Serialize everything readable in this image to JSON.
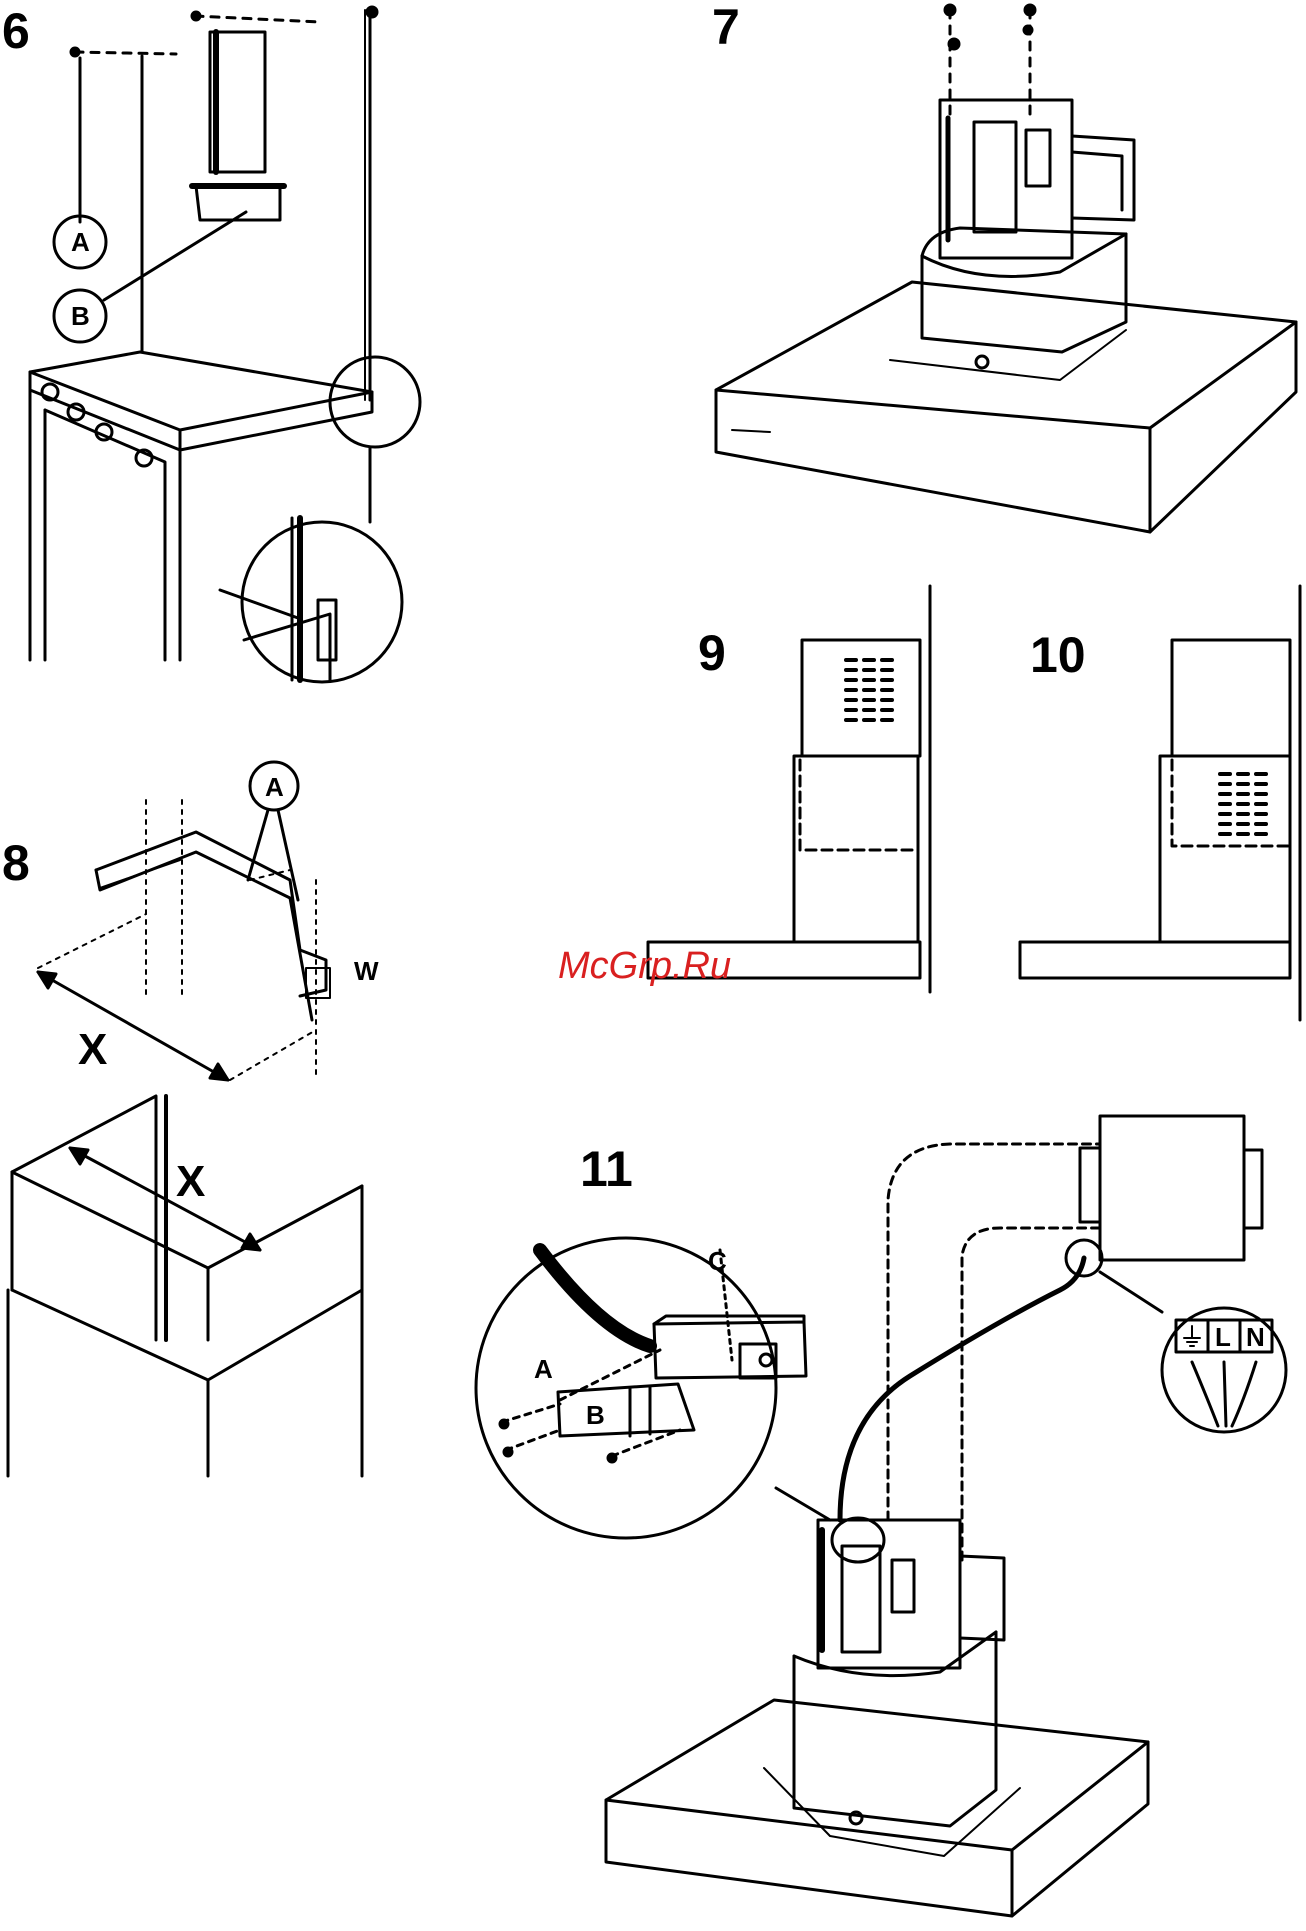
{
  "figures": {
    "fig6": {
      "number": "6",
      "callout_a": "A",
      "callout_b": "B"
    },
    "fig7": {
      "number": "7"
    },
    "fig8": {
      "number": "8",
      "callout_a": "A",
      "label_w": "W",
      "dim_x_top": "X",
      "dim_x_bottom": "X"
    },
    "fig9": {
      "number": "9"
    },
    "fig10": {
      "number": "10"
    },
    "fig11": {
      "number": "11",
      "callout_a": "A",
      "callout_b": "B",
      "callout_c": "C",
      "terminal_l": "L",
      "terminal_n": "N"
    }
  },
  "watermark": {
    "text": "McGrp.Ru"
  },
  "colors": {
    "line": "#000000",
    "background": "#ffffff",
    "watermark": "#d92020"
  },
  "icons": {
    "terminal_earth": "earth-ground-icon"
  }
}
